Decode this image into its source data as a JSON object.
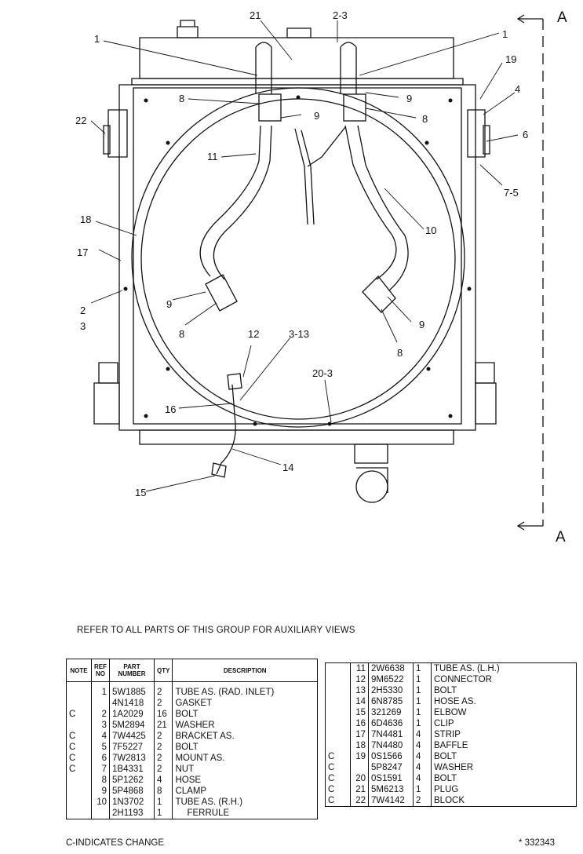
{
  "diagram": {
    "callouts": {
      "c21": "21",
      "c2_3": "2-3",
      "c1a": "1",
      "c1b": "1",
      "c19": "19",
      "c4": "4",
      "c8a": "8",
      "c9a": "9",
      "c9b": "9",
      "c8b": "8",
      "c22": "22",
      "c6": "6",
      "c7_5": "7-5",
      "c11": "11",
      "c18": "18",
      "c10": "10",
      "c17": "17",
      "c2": "2",
      "c3": "3",
      "c9c": "9",
      "c8c": "8",
      "c9d": "9",
      "c8d": "8",
      "c12": "12",
      "c3_13": "3-13",
      "c20_3": "20-3",
      "c16": "16",
      "c14": "14",
      "c15": "15",
      "sectionA_top": "A",
      "sectionA_bottom": "A"
    }
  },
  "refer_note": "REFER TO ALL PARTS OF THIS GROUP FOR AUXILIARY VIEWS",
  "table_headers": {
    "note": "NOTE",
    "ref_line1": "REF",
    "ref_line2": "NO",
    "part_line1": "PART",
    "part_line2": "NUMBER",
    "qty": "QTY",
    "desc": "DESCRIPTION"
  },
  "parts_left": [
    {
      "note": "",
      "ref": "1",
      "part": "5W1885",
      "qty": "2",
      "desc": "TUBE AS. (RAD. INLET)"
    },
    {
      "note": "",
      "ref": "",
      "part": "4N1418",
      "qty": "2",
      "desc": "GASKET"
    },
    {
      "note": "C",
      "ref": "2",
      "part": "1A2029",
      "qty": "16",
      "desc": "BOLT"
    },
    {
      "note": "",
      "ref": "3",
      "part": "5M2894",
      "qty": "21",
      "desc": "WASHER"
    },
    {
      "note": "C",
      "ref": "4",
      "part": "7W4425",
      "qty": "2",
      "desc": "BRACKET AS."
    },
    {
      "note": "C",
      "ref": "5",
      "part": "7F5227",
      "qty": "2",
      "desc": "BOLT"
    },
    {
      "note": "C",
      "ref": "6",
      "part": "7W2813",
      "qty": "2",
      "desc": "MOUNT AS."
    },
    {
      "note": "C",
      "ref": "7",
      "part": "1B4331",
      "qty": "2",
      "desc": "NUT"
    },
    {
      "note": "",
      "ref": "8",
      "part": "5P1262",
      "qty": "4",
      "desc": "HOSE"
    },
    {
      "note": "",
      "ref": "9",
      "part": "5P4868",
      "qty": "8",
      "desc": "CLAMP"
    },
    {
      "note": "",
      "ref": "10",
      "part": "1N3702",
      "qty": "1",
      "desc": "TUBE AS. (R.H.)"
    },
    {
      "note": "",
      "ref": "",
      "part": "2H1193",
      "qty": "1",
      "desc": "FERRULE",
      "indent": true
    }
  ],
  "parts_right": [
    {
      "note": "",
      "ref": "11",
      "part": "2W6638",
      "qty": "1",
      "desc": "TUBE AS. (L.H.)"
    },
    {
      "note": "",
      "ref": "12",
      "part": "9M6522",
      "qty": "1",
      "desc": "CONNECTOR"
    },
    {
      "note": "",
      "ref": "13",
      "part": "2H5330",
      "qty": "1",
      "desc": "BOLT"
    },
    {
      "note": "",
      "ref": "14",
      "part": "6N8785",
      "qty": "1",
      "desc": "HOSE AS."
    },
    {
      "note": "",
      "ref": "15",
      "part": "321269",
      "qty": "1",
      "desc": "ELBOW"
    },
    {
      "note": "",
      "ref": "16",
      "part": "6D4636",
      "qty": "1",
      "desc": "CLIP"
    },
    {
      "note": "",
      "ref": "17",
      "part": "7N4481",
      "qty": "4",
      "desc": "STRIP"
    },
    {
      "note": "",
      "ref": "18",
      "part": "7N4480",
      "qty": "4",
      "desc": "BAFFLE"
    },
    {
      "note": "C",
      "ref": "19",
      "part": "0S1566",
      "qty": "4",
      "desc": "BOLT"
    },
    {
      "note": "C",
      "ref": "",
      "part": "5P8247",
      "qty": "4",
      "desc": "WASHER"
    },
    {
      "note": "C",
      "ref": "20",
      "part": "0S1591",
      "qty": "4",
      "desc": "BOLT"
    },
    {
      "note": "C",
      "ref": "21",
      "part": "5M6213",
      "qty": "1",
      "desc": "PLUG"
    },
    {
      "note": "C",
      "ref": "22",
      "part": "7W4142",
      "qty": "2",
      "desc": "BLOCK"
    }
  ],
  "footer_left": "C-INDICATES CHANGE",
  "footer_right": "* 332343"
}
